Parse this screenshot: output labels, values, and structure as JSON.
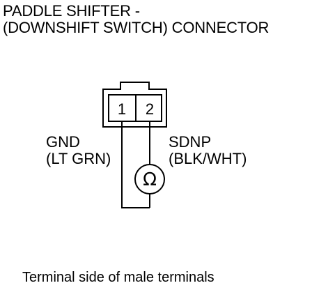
{
  "title": {
    "line1": "PADDLE SHIFTER  -",
    "line2": "(DOWNSHIFT SWITCH) CONNECTOR"
  },
  "connector": {
    "pins": [
      "1",
      "2"
    ]
  },
  "labels": {
    "left_signal": "GND",
    "left_wire_color": "(LT GRN)",
    "right_signal": "SDNP",
    "right_wire_color": "(BLK/WHT)"
  },
  "meter": {
    "symbol": "Ω"
  },
  "footer": "Terminal side of male terminals"
}
